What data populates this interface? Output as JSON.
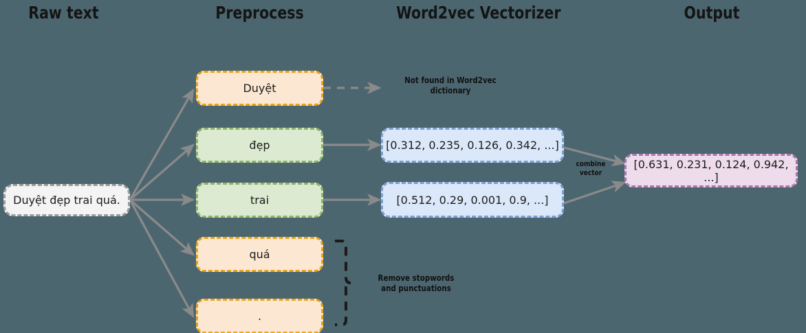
{
  "diagram": {
    "title": "Word2vec text vectorization pipeline",
    "background_color": "#4c6670"
  },
  "headers": [
    {
      "label": "Raw text"
    },
    {
      "label": "Preprocess"
    },
    {
      "label": "Word2vec Vectorizer"
    },
    {
      "label": "Output"
    }
  ],
  "raw_text": {
    "label": "Duyệt đẹp trai quá.",
    "fill_color": "#f4f4f4",
    "border_color": "#9a9a9a"
  },
  "tokens": [
    {
      "label": "Duyệt",
      "kind": "orange",
      "fill_color": "#fce8d2",
      "border_color": "#e8a317"
    },
    {
      "label": "đẹp",
      "kind": "green",
      "fill_color": "#dbead0",
      "border_color": "#8cb36a"
    },
    {
      "label": "trai",
      "kind": "green",
      "fill_color": "#dbead0",
      "border_color": "#8cb36a"
    },
    {
      "label": "quá",
      "kind": "orange",
      "fill_color": "#fce8d2",
      "border_color": "#e8a317"
    },
    {
      "label": ".",
      "kind": "orange",
      "fill_color": "#fce8d2",
      "border_color": "#e8a317"
    }
  ],
  "vectors": [
    {
      "label": "[0.312, 0.235, 0.126, 0.342, ...]",
      "fill_color": "#dbe8fa",
      "border_color": "#7e9fd1"
    },
    {
      "label": "[0.512, 0.29, 0.001, 0.9, ...]",
      "fill_color": "#dbe8fa",
      "border_color": "#7e9fd1"
    }
  ],
  "output": {
    "label": "[0.631, 0.231, 0.124, 0.942, ...]",
    "fill_color": "#eedcec",
    "border_color": "#a878ab"
  },
  "annotations": {
    "not_found_line1": "Not found in Word2vec",
    "not_found_line2": "dictionary",
    "remove_line1": "Remove stopwords",
    "remove_line2": "and punctuations",
    "combine_line1": "combine",
    "combine_line2": "vector"
  }
}
